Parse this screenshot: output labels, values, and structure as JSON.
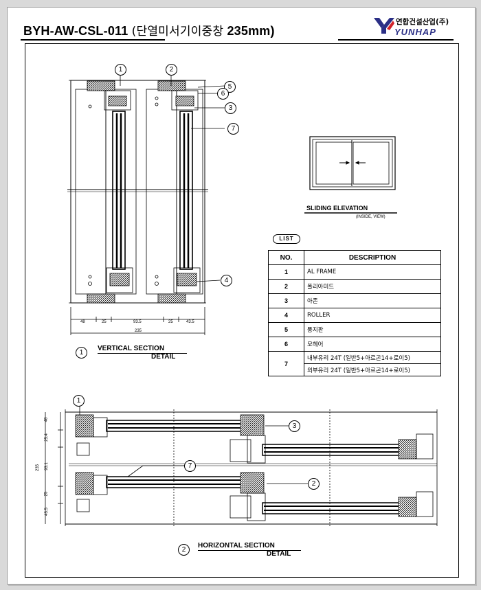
{
  "title": {
    "code": "BYH-AW-CSL-011",
    "desc_kr": "(단열미서기이중창",
    "size": "235mm)"
  },
  "logo": {
    "kr": "연합건설산업(주)",
    "en": "YUNHAP",
    "color_primary": "#2b2f86",
    "color_accent": "#d2232a"
  },
  "elevation": {
    "title": "SLIDING ELEVATION",
    "subtitle": "(INSIDE, VIEW)"
  },
  "list": {
    "tag": "LIST",
    "headers": {
      "no": "NO.",
      "desc": "DESCRIPTION"
    },
    "rows": [
      {
        "no": "1",
        "desc": "AL FRAME"
      },
      {
        "no": "2",
        "desc": "폴리아미드"
      },
      {
        "no": "3",
        "desc": "아존"
      },
      {
        "no": "4",
        "desc": "ROLLER"
      },
      {
        "no": "5",
        "desc": "풍지판"
      },
      {
        "no": "6",
        "desc": "모헤어"
      }
    ],
    "row7": {
      "no": "7",
      "desc_a": "내부유리 24T (일반5+아르곤14+로이5)",
      "desc_b": "외부유리 24T (일반5+아르곤14+로이5)"
    }
  },
  "vertical_section": {
    "number": "1",
    "line1": "VERTICAL SECTION",
    "line2": "DETAIL"
  },
  "horizontal_section": {
    "number": "2",
    "line1": "HORIZONTAL SECTION",
    "line2": "DETAIL"
  },
  "vertical_dims": {
    "d1": "48",
    "d2": "25",
    "d3": "93.5",
    "d4": "25",
    "d5": "43.5",
    "total": "235"
  },
  "horizontal_dims": {
    "d1": "48",
    "d2": "25.4",
    "d3": "93.1",
    "d4": "25",
    "d5": "43.5",
    "total": "235"
  },
  "callouts": {
    "v1": "1",
    "v2": "2",
    "v3": "3",
    "v4": "4",
    "v5": "5",
    "v6": "6",
    "v7": "7",
    "h1": "1",
    "h2": "2",
    "h3": "3",
    "h7": "7"
  }
}
